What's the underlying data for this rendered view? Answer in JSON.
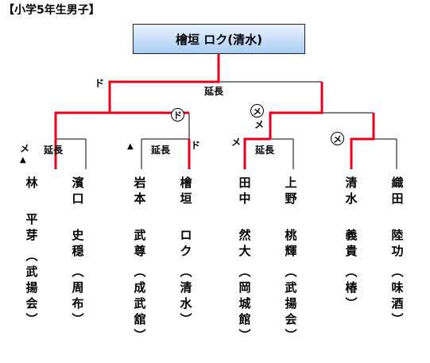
{
  "title": "【小学5年生男子】",
  "champion": "檜垣 ロク(清水)",
  "labels": {
    "do": "ド",
    "me": "メ",
    "enchou": "延長",
    "triangle": "▲"
  },
  "players": [
    {
      "surname": "林",
      "given": "平芽",
      "team": "(武揚会)"
    },
    {
      "surname": "濱口",
      "given": "史穏",
      "team": "(周布)"
    },
    {
      "surname": "岩本",
      "given": "武尊",
      "team": "(成武舘)"
    },
    {
      "surname": "檜垣",
      "given": "ロク",
      "team": "(清水)"
    },
    {
      "surname": "田中",
      "given": "然大",
      "team": "(岡城館)"
    },
    {
      "surname": "上野",
      "given": "桃輝",
      "team": "(武揚会)"
    },
    {
      "surname": "清水",
      "given": "義貴",
      "team": "(椿)"
    },
    {
      "surname": "織田",
      "given": "陸功",
      "team": "(味酒)"
    }
  ],
  "colors": {
    "winner": "#e8001c",
    "loser": "#000000",
    "champ_bg_top": "#eaf3ff",
    "champ_bg_bottom": "#a9cdf2"
  }
}
